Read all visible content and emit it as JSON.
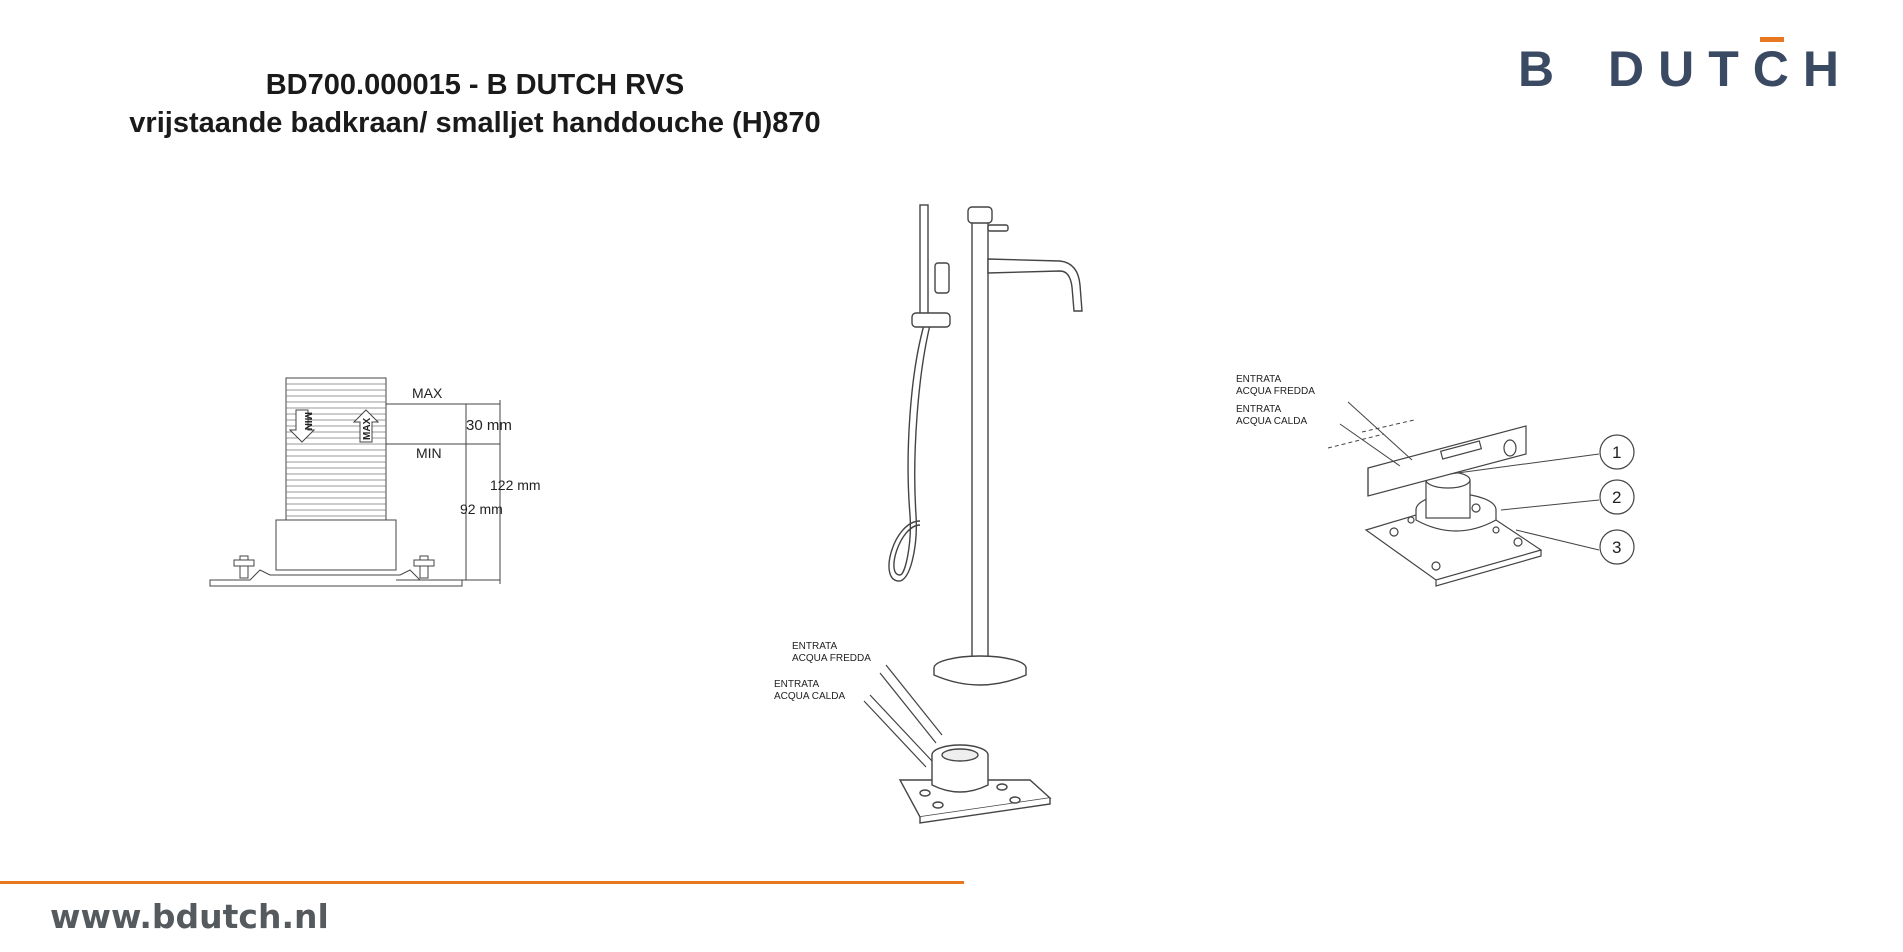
{
  "header": {
    "title_line1": "BD700.000015 - B DUTCH RVS",
    "title_line2": "vrijstaande badkraan/ smalljet handdouche (H)870"
  },
  "logo": {
    "text_b": "B",
    "text_dutch": "DUTCH",
    "color": "#3b4a63",
    "accent": "#e87722"
  },
  "footer": {
    "url": "www.bdutch.nl",
    "line_color": "#e87722"
  },
  "drawing_left": {
    "label_max": "MAX",
    "label_min": "MIN",
    "dim_30": "30 mm",
    "dim_122": "122 mm",
    "dim_92": "92 mm",
    "arrow_min": "MIN",
    "arrow_max": "MAX"
  },
  "drawing_center": {
    "inlet_cold_1": "ENTRATA",
    "inlet_cold_2": "ACQUA FREDDA",
    "inlet_hot_1": "ENTRATA",
    "inlet_hot_2": "ACQUA CALDA"
  },
  "drawing_right": {
    "inlet_cold_1": "ENTRATA",
    "inlet_cold_2": "ACQUA FREDDA",
    "inlet_hot_1": "ENTRATA",
    "inlet_hot_2": "ACQUA CALDA",
    "callout_1": "1",
    "callout_2": "2",
    "callout_3": "3"
  }
}
